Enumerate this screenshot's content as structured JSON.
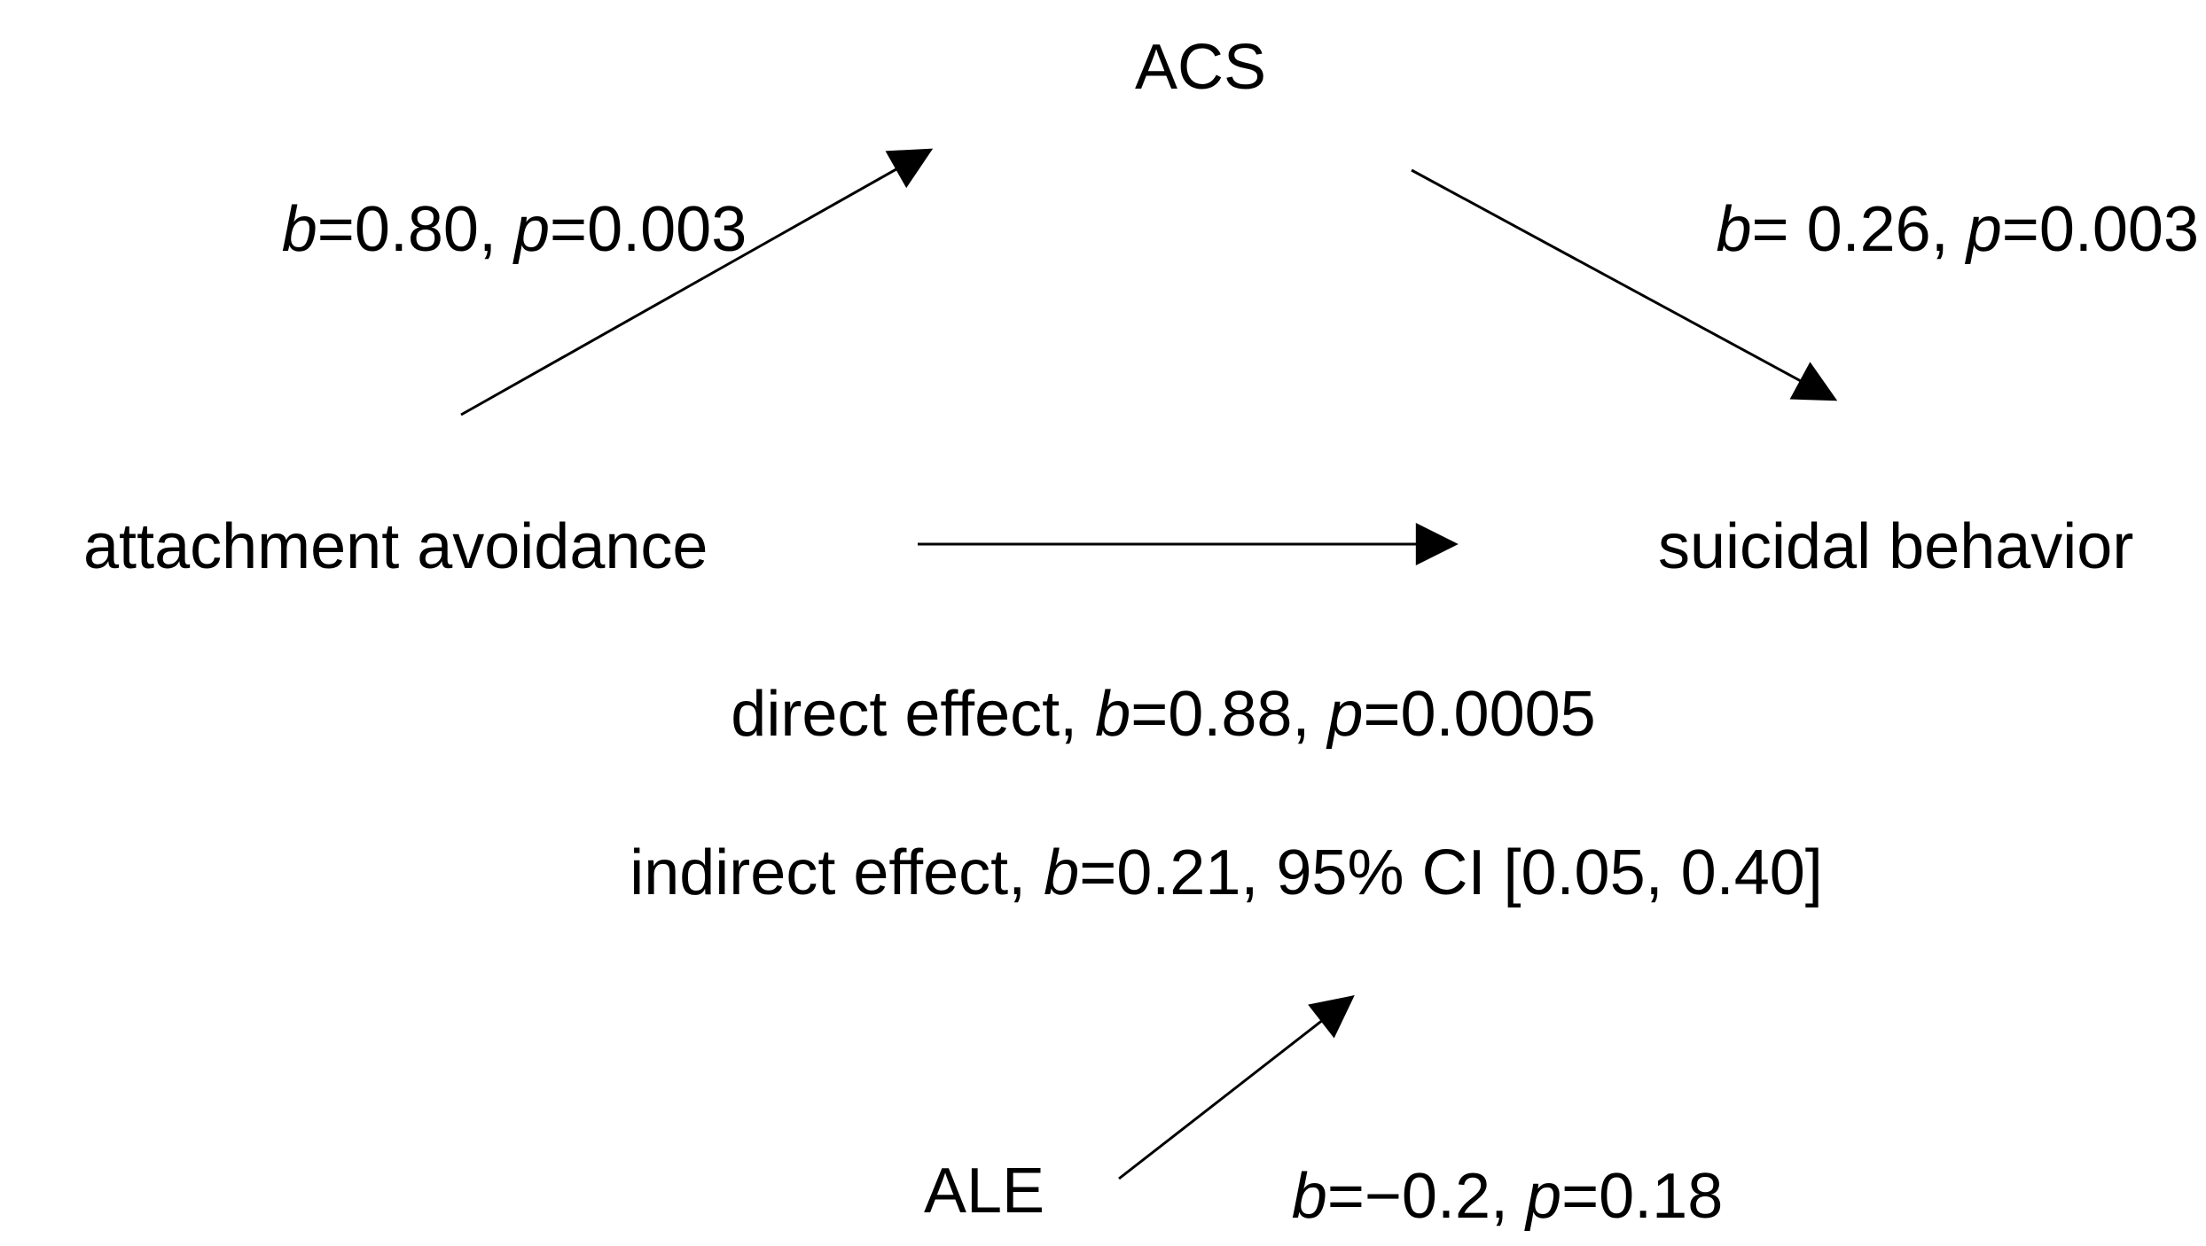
{
  "figure": {
    "type": "mediation-path-diagram",
    "background_color": "#ffffff",
    "line_color": "#000000",
    "text_color": "#000000"
  },
  "nodes": {
    "mediator": {
      "label": "ACS"
    },
    "predictor": {
      "label": "attachment avoidance"
    },
    "outcome": {
      "label": "suicidal behavior"
    },
    "covariate": {
      "label": "ALE"
    }
  },
  "labels": {
    "path_a": {
      "pre": "",
      "b": "b",
      "mid": "=0.80, ",
      "p": "p",
      "post": "=0.003"
    },
    "path_b": {
      "pre": "",
      "b": "b",
      "mid": "= 0.26, ",
      "p": "p",
      "post": "=0.003"
    },
    "direct": {
      "pre": "direct effect, ",
      "b": "b",
      "mid": "=0.88, ",
      "p": "p",
      "post": "=0.0005"
    },
    "indirect": {
      "pre": "indirect effect, ",
      "b": "b",
      "mid": "=0.21, 95% CI [0.05, 0.40]",
      "p": "",
      "post": ""
    },
    "path_ale": {
      "pre": "",
      "b": "b",
      "mid": "=−0.2, ",
      "p": "p",
      "post": "=0.18"
    }
  }
}
